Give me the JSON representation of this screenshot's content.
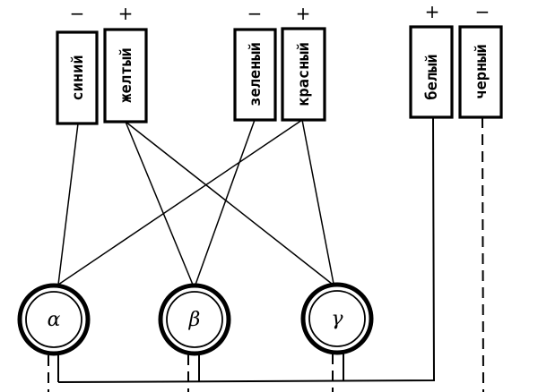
{
  "diagram": {
    "description": "Opponent color channel wiring diagram",
    "inputs": [
      {
        "id": "blue",
        "label": "синий",
        "polarity": "−"
      },
      {
        "id": "yellow",
        "label": "желтый",
        "polarity": "+"
      },
      {
        "id": "green",
        "label": "зеленый",
        "polarity": "−"
      },
      {
        "id": "red",
        "label": "красный",
        "polarity": "+"
      },
      {
        "id": "white",
        "label": "белый",
        "polarity": "+"
      },
      {
        "id": "black",
        "label": "черный",
        "polarity": "−"
      }
    ],
    "cells": [
      {
        "id": "alpha",
        "label": "α"
      },
      {
        "id": "beta",
        "label": "β"
      },
      {
        "id": "gamma",
        "label": "γ"
      }
    ],
    "connections": [
      {
        "from": "blue",
        "to": "alpha"
      },
      {
        "from": "yellow",
        "to": "beta"
      },
      {
        "from": "yellow",
        "to": "gamma"
      },
      {
        "from": "green",
        "to": "beta"
      },
      {
        "from": "red",
        "to": "alpha"
      },
      {
        "from": "red",
        "to": "gamma"
      }
    ],
    "bus": {
      "solid_source": "white",
      "dashed_source": "black",
      "solid_connects": [
        "alpha",
        "beta",
        "gamma"
      ],
      "dashed_connects": [
        "alpha",
        "beta",
        "gamma"
      ]
    }
  }
}
